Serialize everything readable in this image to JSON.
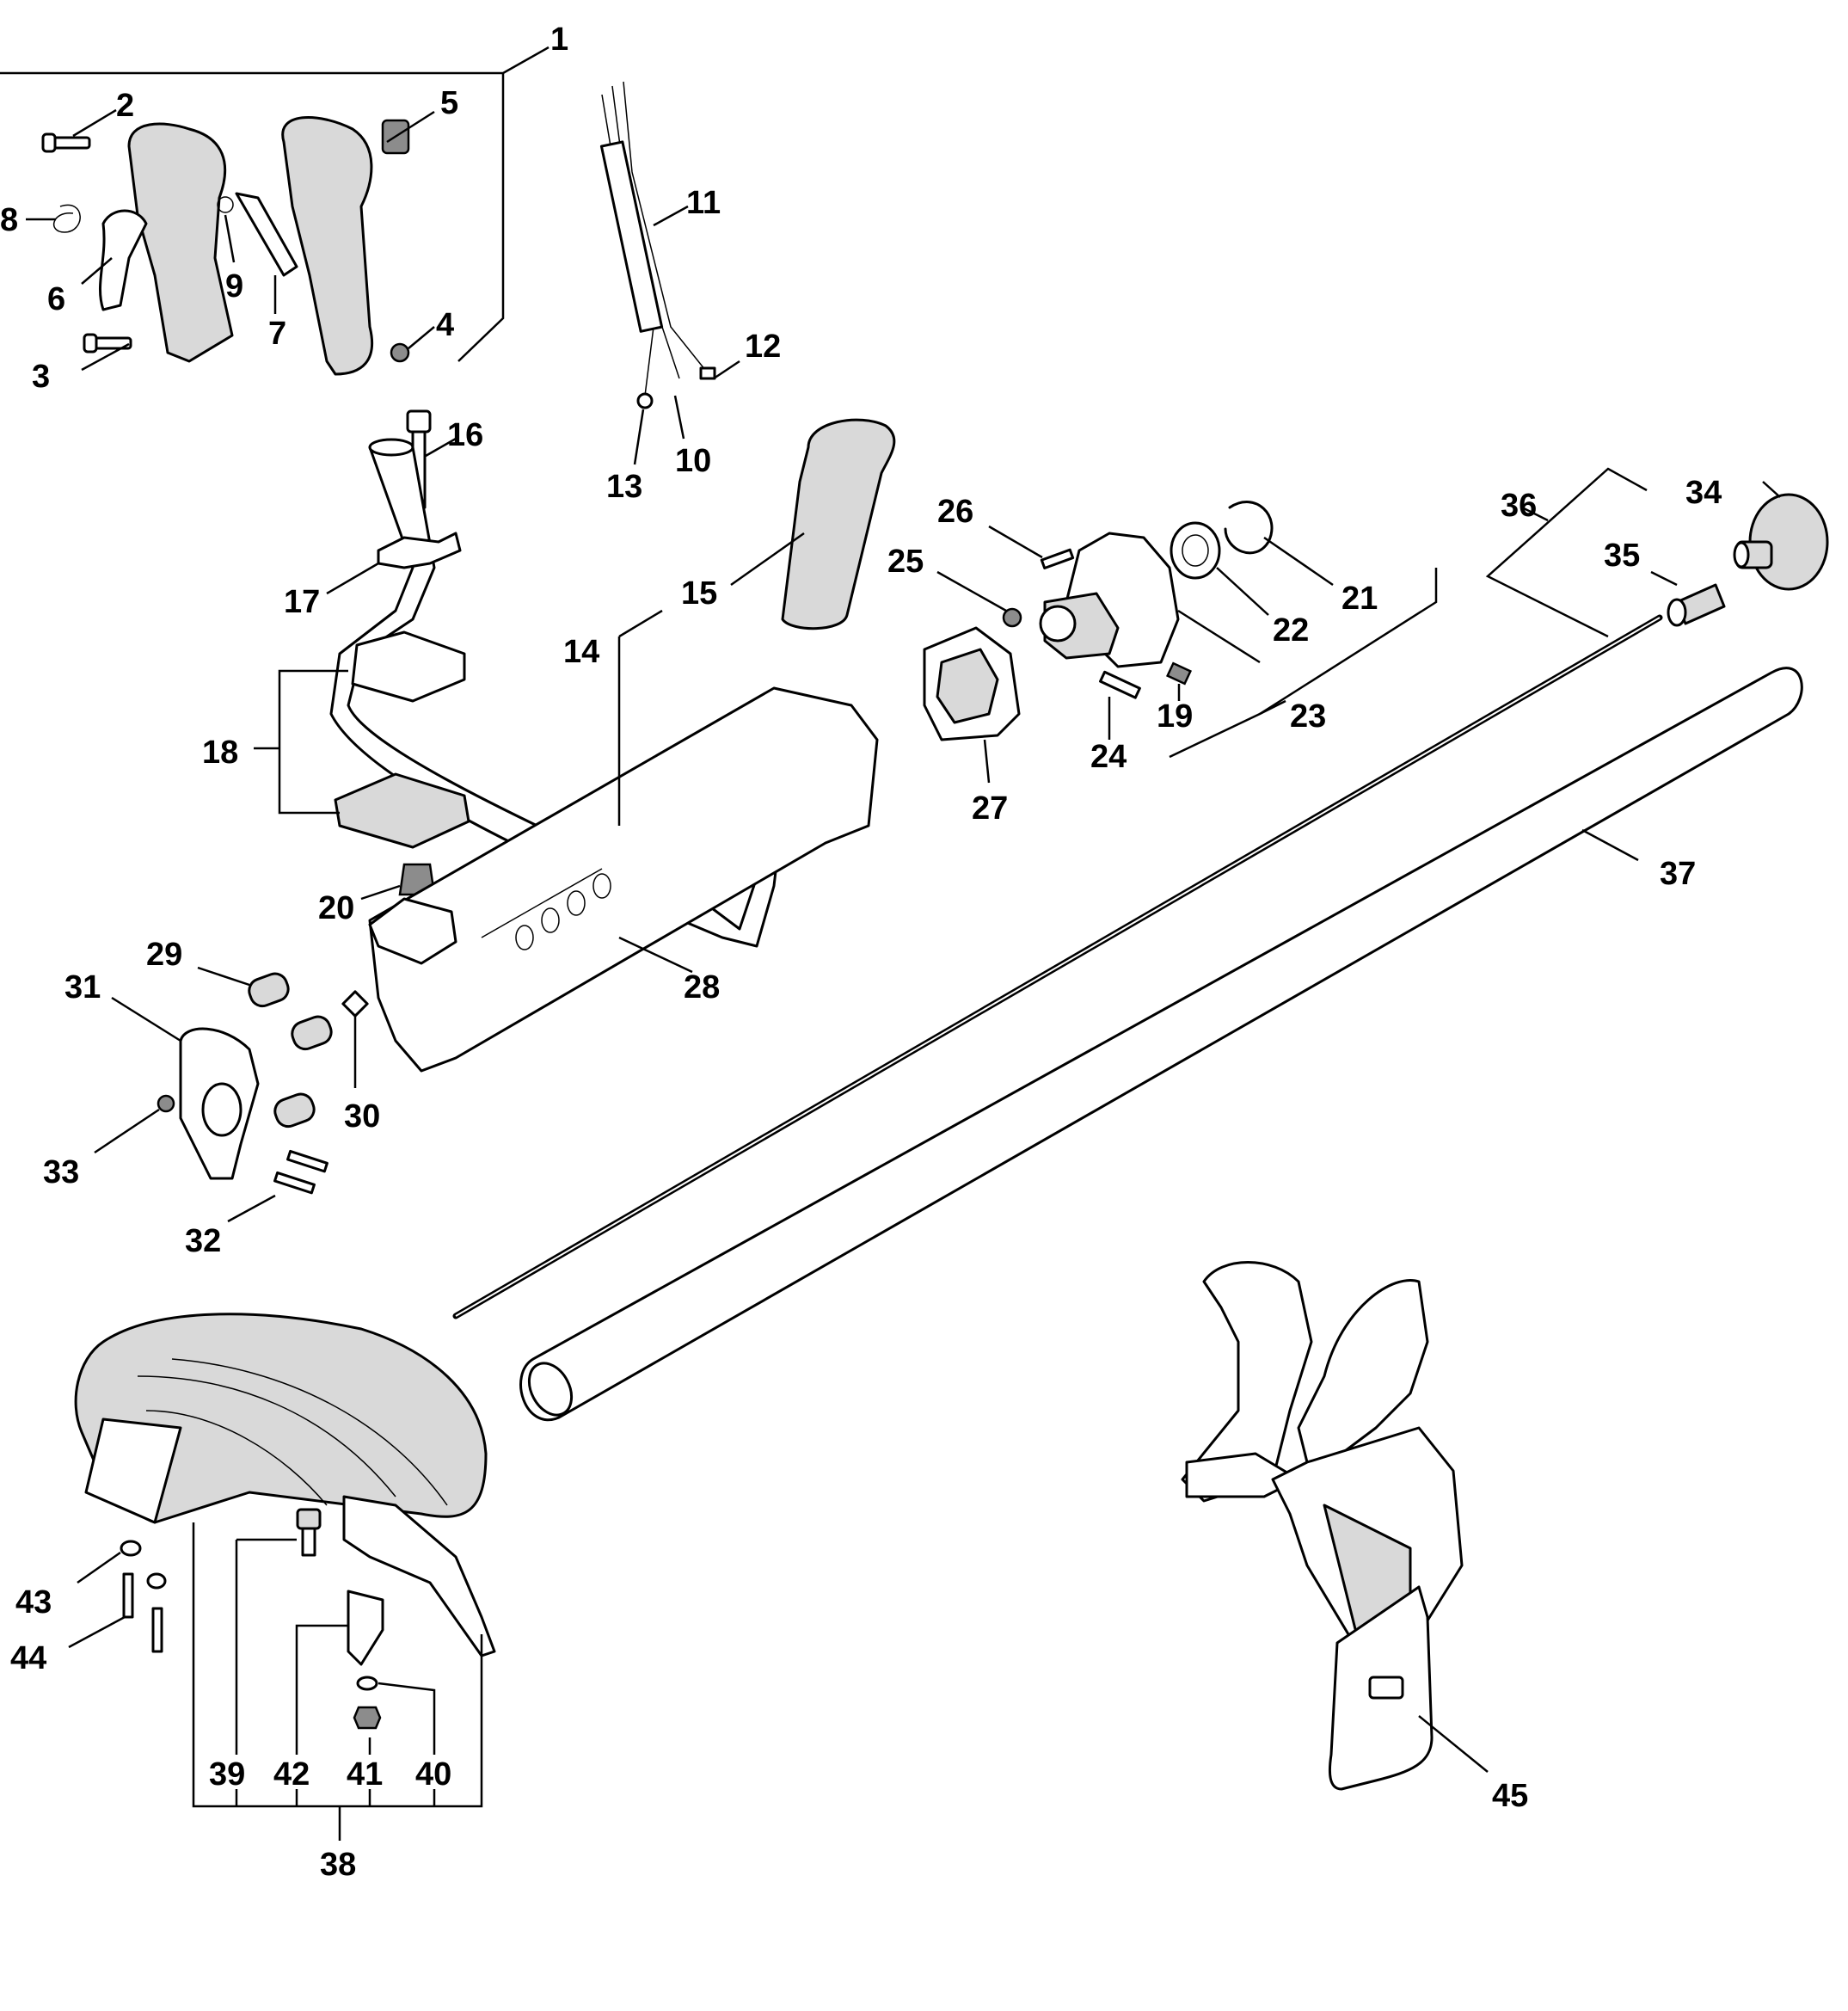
{
  "diagram": {
    "labels": [
      "1",
      "2",
      "3",
      "4",
      "5",
      "6",
      "7",
      "8",
      "9",
      "10",
      "11",
      "12",
      "13",
      "14",
      "15",
      "16",
      "17",
      "18",
      "19",
      "20",
      "21",
      "22",
      "23",
      "24",
      "25",
      "26",
      "27",
      "28",
      "29",
      "30",
      "31",
      "32",
      "33",
      "34",
      "35",
      "36",
      "37",
      "38",
      "39",
      "40",
      "41",
      "42",
      "43",
      "44",
      "45"
    ]
  },
  "colors": {
    "line": "#000000",
    "fill": "#ffffff",
    "shade": "#d9d9d9"
  }
}
